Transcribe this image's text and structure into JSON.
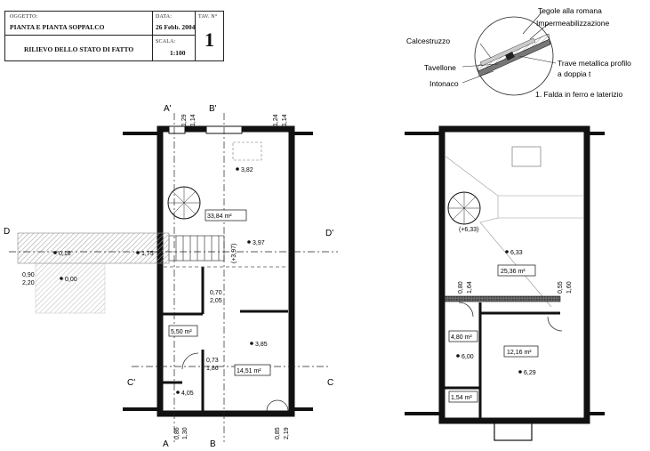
{
  "title_block": {
    "oggetto_caption": "OGGETTO:",
    "oggetto_value": "PIANTA E PIANTA SOPPALCO",
    "data_caption": "DATA:",
    "data_value": "26 Febb. 2004",
    "tav_caption": "TAV. N°",
    "tav_value": "1",
    "subject_value": "RILIEVO DELLO STATO DI FATTO",
    "scala_caption": "SCALA:",
    "scala_value": "1:100"
  },
  "roof_detail": {
    "tegole": "Tegole alla romana",
    "impermeabilizzazione": "Impermeabilizzazione",
    "calcestruzzo": "Calcestruzzo",
    "tavellone": "Tavellone",
    "intonaco": "Intonaco",
    "trave_line1": "Trave metallica profilo",
    "trave_line2": "a doppia t",
    "caption": "1. Falda in ferro e laterizio"
  },
  "section_marks": {
    "a_top": "A'",
    "b_top": "B'",
    "a_bottom": "A",
    "b_bottom": "B",
    "c_left": "C'",
    "c_right": "C",
    "d_left": "D",
    "d_right": "D'"
  },
  "ground_floor": {
    "dims": {
      "top_a1": "1,29",
      "top_a2": "1,14",
      "top_b1": "1,24",
      "top_b2": "1,14",
      "bottom_a1": "0,86",
      "bottom_a2": "1,30",
      "bottom_b1": "0,85",
      "bottom_b2": "2,19",
      "left1": "0,90",
      "left2": "2,20",
      "opening1": "0,70",
      "opening2": "2,05",
      "door1": "0,73",
      "door2": "1,86",
      "stair_height": "(+3,97)"
    },
    "heights": {
      "h382": "3,82",
      "h397": "3,97",
      "h018": "0,18",
      "h175": "1,75",
      "h000": "0,00",
      "h385": "3,85",
      "h405": "4,05"
    },
    "areas": {
      "main": "33,84 m²",
      "small": "5,50 m²",
      "room": "14,51 m²"
    }
  },
  "mezzanine": {
    "dims": {
      "d1a": "0,80",
      "d1b": "1,64",
      "d2a": "0,55",
      "d2b": "1,60"
    },
    "heights": {
      "h633p": "(+6,33)",
      "h633": "6,33",
      "h600": "6,00",
      "h629": "6,29"
    },
    "areas": {
      "main": "25,36 m²",
      "a480": "4,80 m²",
      "a1216": "12,16 m²",
      "a154": "1,54 m²"
    }
  }
}
